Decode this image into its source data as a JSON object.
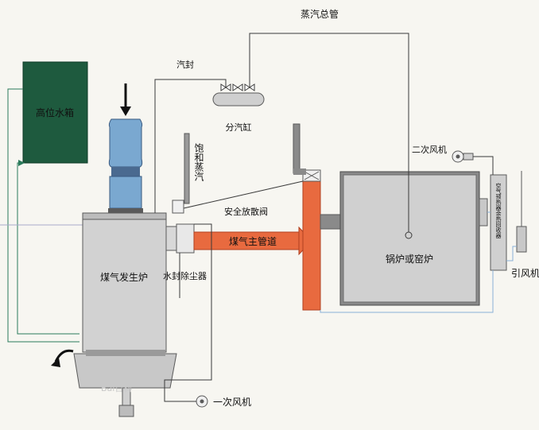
{
  "labels": {
    "tank": "高位水箱",
    "gas_generator": "煤气发生炉",
    "water_seal": "水封除尘器",
    "gas_main": "煤气主管道",
    "boiler": "锅炉或窑炉",
    "steam_main": "蒸汽总管",
    "steam_seal": "汽封",
    "steam_drum": "分汽缸",
    "sat_steam": "饱和蒸汽",
    "safety_valve": "安全放散阀",
    "secondary_fan": "二次风机",
    "primary_fan": "一次风机",
    "induced_fan": "引风机",
    "air_preheater": "空气预热器余热回收器"
  },
  "watermark": "Bai百科",
  "colors": {
    "tank": "#1e5a3e",
    "vessel": "#d2d2d2",
    "vessel_dark": "#8a8a8a",
    "hopper": "#7aa8d0",
    "gas_pipe": "#e86a3f",
    "line": "#3a3a3a",
    "water_line": "#2a7a5a",
    "air_line": "#8ab0d8"
  }
}
